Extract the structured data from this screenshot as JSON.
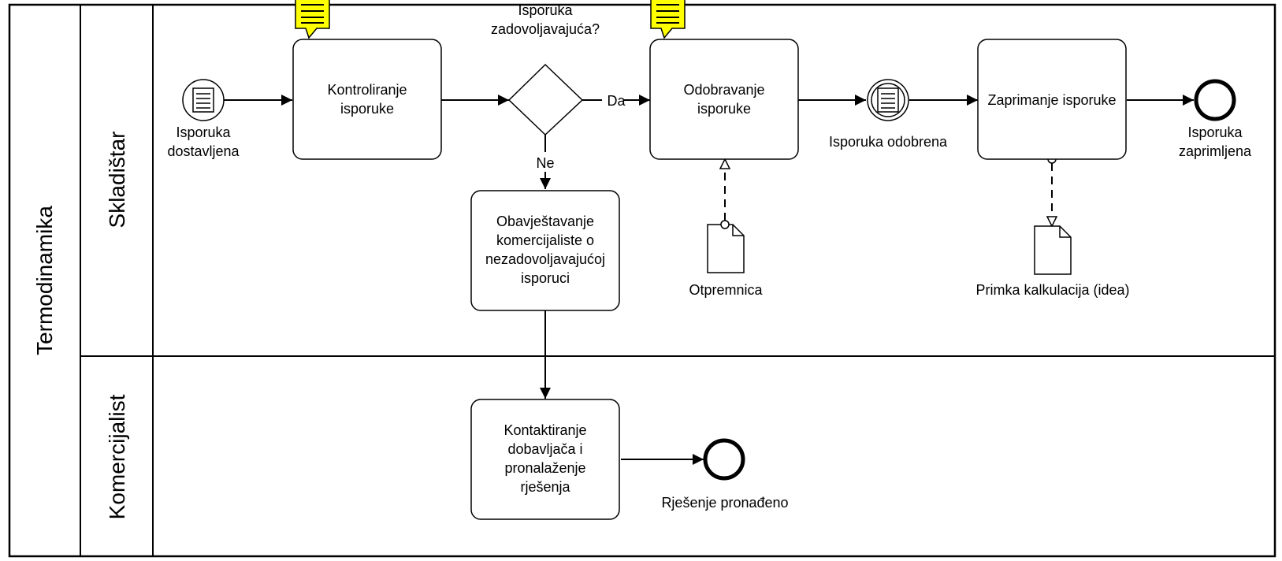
{
  "pool": {
    "title": "Termodinamika"
  },
  "lanes": [
    {
      "title": "Skladištar"
    },
    {
      "title": "Komercijalist"
    }
  ],
  "events": {
    "start": [
      "Isporuka",
      "dostavljena"
    ],
    "intermediate": [
      "Isporuka odobrena"
    ],
    "end_main": [
      "Isporuka",
      "zaprimljena"
    ],
    "end_commercial": [
      "Rješenje pronađeno"
    ]
  },
  "gateway": {
    "label": [
      "Isporuka",
      "zadovoljavajuća?"
    ],
    "yes": "Da",
    "no": "Ne"
  },
  "tasks": {
    "control": [
      "Kontroliranje",
      "isporuke"
    ],
    "approve": [
      "Odobravanje",
      "isporuke"
    ],
    "receive": [
      "Zaprimanje isporuke"
    ],
    "notify": [
      "Obavještavanje",
      "komercijaliste o",
      "nezadovoljavajućoj",
      "isporuci"
    ],
    "contact": [
      "Kontaktiranje",
      "dobavljača i",
      "pronalaženje",
      "rješenja"
    ]
  },
  "documents": {
    "delivery_note": "Otpremnica",
    "receipt": "Primka kalkulacija (idea)"
  },
  "colors": {
    "annotation": "#ffff00",
    "stroke": "#000000",
    "background": "#ffffff"
  }
}
